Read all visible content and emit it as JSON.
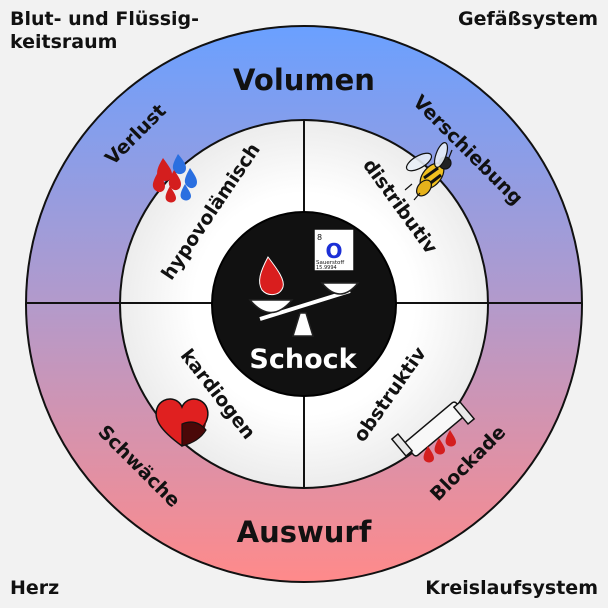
{
  "corners": {
    "top_left_line1": "Blut- und Flüssig-",
    "top_left_line2": "keitsraum",
    "top_right": "Gefäßsystem",
    "bottom_left": "Herz",
    "bottom_right": "Kreislaufsystem"
  },
  "outer_ring": {
    "top_label": "Volumen",
    "bottom_label": "Auswurf",
    "top_left": "Verlust",
    "top_right": "Verschiebung",
    "bottom_left": "Schwäche",
    "bottom_right": "Blockade",
    "colors": {
      "top": "#6aa0ff",
      "middle": "#b39acb",
      "bottom": "#ff8a8a"
    }
  },
  "quadrants": {
    "top_left": "hypovolämisch",
    "top_right": "distributiv",
    "bottom_left": "kardiogen",
    "bottom_right": "obstruktiv"
  },
  "center": {
    "label": "Schock",
    "element_tile": {
      "number": "8",
      "symbol": "O",
      "name": "Sauerstoff",
      "mass": "15.9994"
    }
  },
  "icons": [
    "blood-drops-icon",
    "wasp-icon",
    "heart-icon",
    "blocked-tube-icon",
    "blood-drop-icon",
    "balance-scale-icon"
  ]
}
